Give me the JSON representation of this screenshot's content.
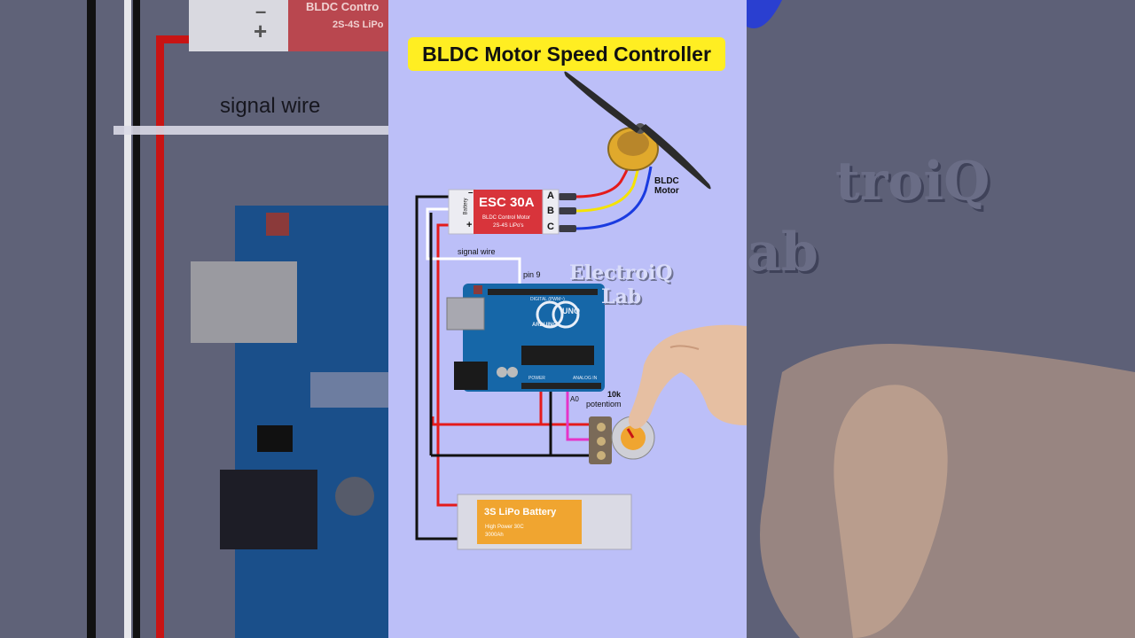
{
  "title": "BLDC Motor Speed Controller",
  "esc": {
    "name": "ESC 30A",
    "subtitle_1": "BLDC Control Motor",
    "subtitle_2": "2S-4S LiPo's",
    "battery_label": "Battery",
    "minus": "–",
    "plus": "+",
    "phase_a": "A",
    "phase_b": "B",
    "phase_c": "C"
  },
  "motor": {
    "label_1": "BLDC",
    "label_2": "Motor"
  },
  "labels": {
    "signal_wire": "signal wire",
    "pin9": "pin 9",
    "a0": "A0",
    "pot_1": "10k",
    "pot_2": "potentiom"
  },
  "arduino": {
    "brand": "ARDUINO",
    "model": "UNO",
    "digital": "DIGITAL (PWM~)",
    "analog": "ANALOG IN",
    "power": "POWER"
  },
  "battery": {
    "name": "3S LiPo Battery",
    "line_1": "High Power 30C",
    "line_2": "3000Ah"
  },
  "watermark": {
    "line_1": "ElectroiQ",
    "line_2": "Lab"
  },
  "background": {
    "left_caption": "signal wire",
    "left_esc_top": "BLDC Contro",
    "left_esc_bottom": "2S-4S LiPo",
    "left_plus": "+",
    "left_minus": "–",
    "right_watermark_1": "troiQ",
    "right_watermark_2": "ab"
  },
  "colors": {
    "panel_bg": "#bcbff8",
    "title_bg": "#ffee22",
    "esc_red": "#d8343b",
    "wire_red": "#e41b1b",
    "wire_yellow": "#f5e300",
    "wire_blue": "#1a3be0",
    "wire_black": "#111111",
    "wire_magenta": "#e434c8",
    "battery_orange": "#f0a530",
    "arduino_blue": "#1667a8"
  }
}
